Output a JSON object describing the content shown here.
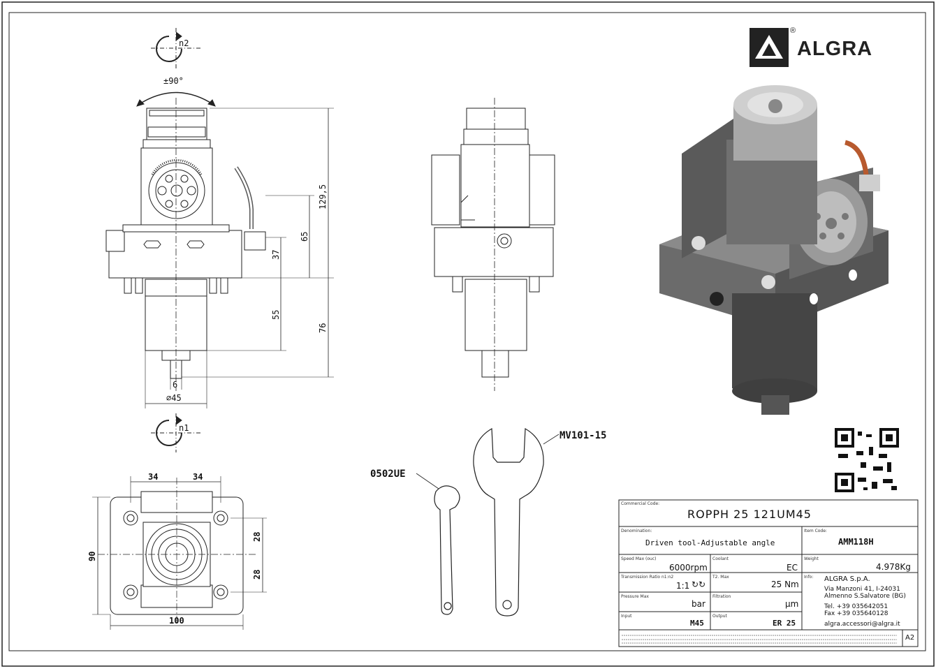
{
  "brand": {
    "name": "ALGRA",
    "reg": "®"
  },
  "dimensions": {
    "rotation_top": "n2",
    "rotation_bottom": "n1",
    "swivel": "±90°",
    "d_129_5": "129,5",
    "d_65": "65",
    "d_37": "37",
    "d_55": "55",
    "d_76": "76",
    "d_6": "6",
    "d_45": "∅45",
    "d_34a": "34",
    "d_34b": "34",
    "d_90": "90",
    "d_28a": "28",
    "d_28b": "28",
    "d_100": "100"
  },
  "accessories": {
    "wrench_code": "MV101-15",
    "ring_code": "0502UE"
  },
  "title_block": {
    "commercial_code_label": "Commercial Code:",
    "commercial_code": "ROPPH 25 121UM45",
    "denomination_label": "Denomination:",
    "denomination": "Driven tool-Adjustable angle",
    "item_code_label": "Item Code:",
    "item_code": "AMM118H",
    "speed_label": "Speed Max (ouc)",
    "speed": "6000rpm",
    "coolant_label": "Coolant",
    "coolant": "EC",
    "weight_label": "Weight",
    "weight": "4.978Kg",
    "ratio_label": "Transmission Ratio n1:n2",
    "ratio": "1:1",
    "torque_label": "T2. Max",
    "torque": "25 Nm",
    "info_label": "Info:",
    "pressure_label": "Pressure Max",
    "pressure": "bar",
    "filtration_label": "Filtration",
    "filtration": "µm",
    "input_label": "Input",
    "input": "M45",
    "output_label": "Output",
    "output": "ER 25",
    "company": "ALGRA S.p.A.",
    "address1": "Via Manzoni 41, I-24031",
    "address2": "Almenno S.Salvatore (BG)",
    "tel": "Tel. +39 035642051",
    "fax": "Fax +39 035640128",
    "email": "algra.accessori@algra.it",
    "sheet_size": "A2"
  }
}
